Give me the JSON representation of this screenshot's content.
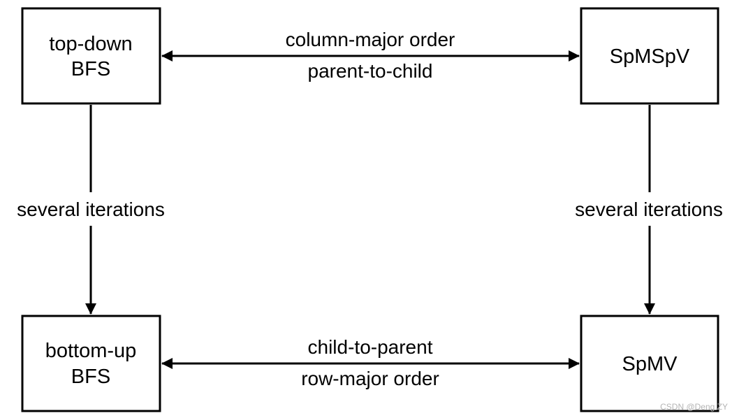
{
  "nodes": {
    "top_down_bfs": {
      "line1": "top-down",
      "line2": "BFS"
    },
    "spmspv": {
      "label": "SpMSpV"
    },
    "bottom_up_bfs": {
      "line1": "bottom-up",
      "line2": "BFS"
    },
    "spmv": {
      "label": "SpMV"
    }
  },
  "edges": {
    "top": {
      "label_above": "column-major order",
      "label_below": "parent-to-child"
    },
    "bottom": {
      "label_above": "child-to-parent",
      "label_below": "row-major order"
    },
    "left": {
      "label": "several iterations"
    },
    "right": {
      "label": "several iterations"
    }
  },
  "watermark": "CSDN @Deng ZY",
  "colors": {
    "stroke": "#000000",
    "background": "#ffffff",
    "watermark": "#b4b4b4"
  }
}
